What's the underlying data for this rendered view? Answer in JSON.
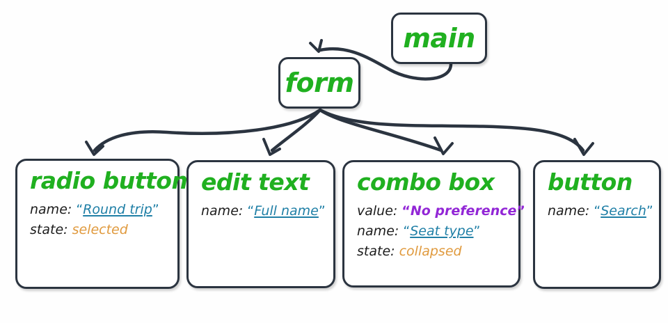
{
  "diagram": {
    "type": "accessibility-tree",
    "background_color": "#fefefe",
    "stroke_color": "#2b3440",
    "palette": {
      "node_title": "#20b020",
      "label": "#1c1c1c",
      "value_link": "#1f7fa6",
      "value_state": "#e09a3e",
      "value_strong": "#9226d6"
    },
    "nodes": [
      {
        "id": "main",
        "title": "main",
        "kind": "small"
      },
      {
        "id": "form",
        "title": "form",
        "kind": "small"
      },
      {
        "id": "radio-button",
        "title": "radio button",
        "kind": "big",
        "properties": [
          {
            "key": "name:",
            "value": "Round trip",
            "style": "link",
            "quoted": true
          },
          {
            "key": "state:",
            "value": "selected",
            "style": "plain",
            "quoted": false
          }
        ]
      },
      {
        "id": "edit-text",
        "title": "edit text",
        "kind": "big",
        "properties": [
          {
            "key": "name:",
            "value": "Full name",
            "style": "link",
            "quoted": true
          }
        ]
      },
      {
        "id": "combo-box",
        "title": "combo box",
        "kind": "big",
        "properties": [
          {
            "key": "value:",
            "value": "No preference",
            "style": "strong",
            "quoted": true
          },
          {
            "key": "name:",
            "value": "Seat type",
            "style": "link",
            "quoted": true
          },
          {
            "key": "state:",
            "value": "collapsed",
            "style": "plain",
            "quoted": false
          }
        ]
      },
      {
        "id": "button",
        "title": "button",
        "kind": "big",
        "properties": [
          {
            "key": "name:",
            "value": "Search",
            "style": "link",
            "quoted": true
          }
        ]
      }
    ],
    "edges": [
      {
        "from": "main",
        "to": "form"
      },
      {
        "from": "form",
        "to": "radio-button"
      },
      {
        "from": "form",
        "to": "edit-text"
      },
      {
        "from": "form",
        "to": "combo-box"
      },
      {
        "from": "form",
        "to": "button"
      }
    ],
    "quotes": {
      "open": "“",
      "close": "”"
    }
  }
}
